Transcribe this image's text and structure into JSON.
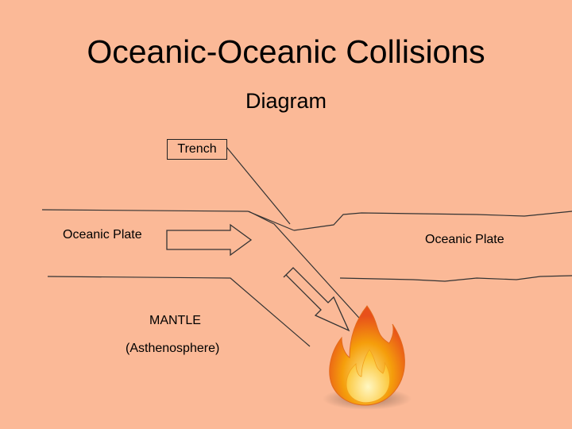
{
  "title": "Oceanic-Oceanic Collisions",
  "subtitle": "Diagram",
  "labels": {
    "trench": "Trench",
    "plate_left": "Oceanic Plate",
    "plate_right": "Oceanic Plate",
    "mantle": "MANTLE",
    "asthenosphere": "(Asthenosphere)"
  },
  "icons": {
    "fire": "fire-icon"
  },
  "colors": {
    "background": "#fbb997",
    "flame_outer": "#f2691c",
    "flame_inner": "#fcd34d"
  }
}
